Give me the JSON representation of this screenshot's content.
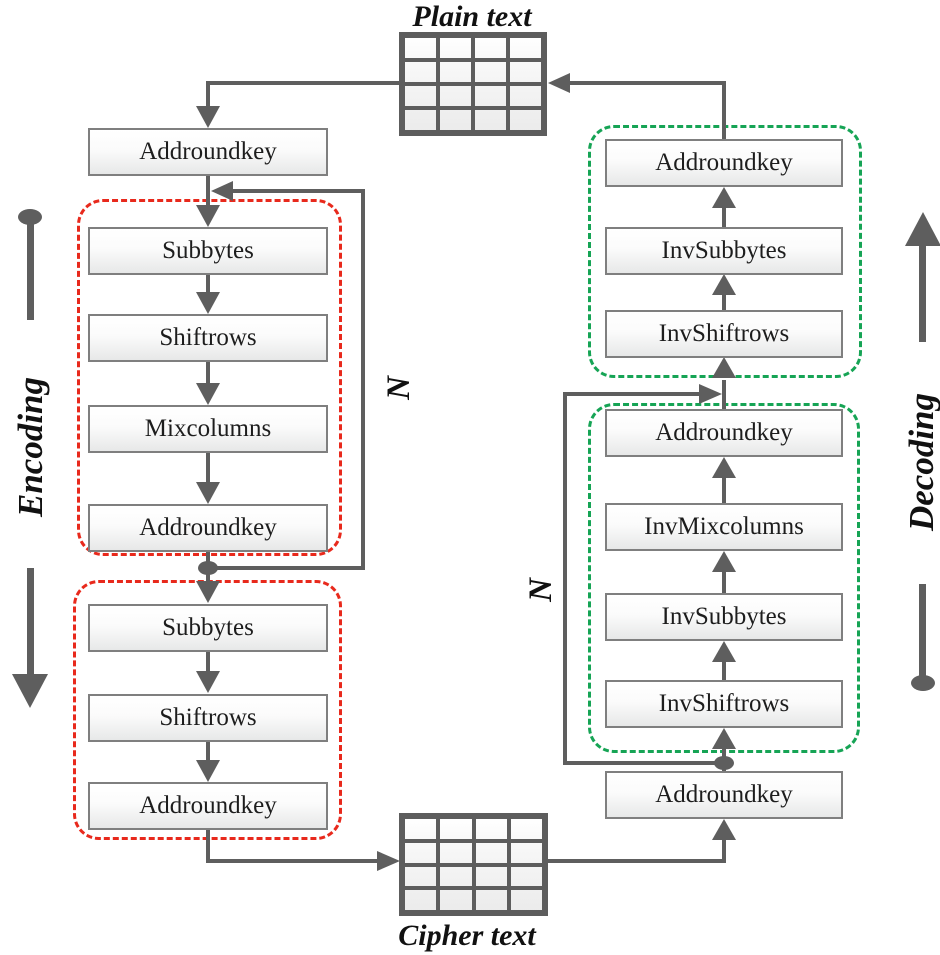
{
  "labels": {
    "plain_text": "Plain text",
    "cipher_text": "Cipher text",
    "encoding": "Encoding",
    "decoding": "Decoding"
  },
  "loop_labels": {
    "encoding_rounds": "N",
    "decoding_rounds": "N"
  },
  "encoding_flow": {
    "initial": "Addroundkey",
    "main_round": [
      "Subbytes",
      "Shiftrows",
      "Mixcolumns",
      "Addroundkey"
    ],
    "final_round": [
      "Subbytes",
      "Shiftrows",
      "Addroundkey"
    ]
  },
  "decoding_flow": {
    "final_round": [
      "Addroundkey",
      "InvSubbytes",
      "InvShiftrows"
    ],
    "main_round": [
      "Addroundkey",
      "InvMixcolumns",
      "InvSubbytes",
      "InvShiftrows"
    ],
    "initial": "Addroundkey"
  },
  "state_grids": {
    "rows": 4,
    "columns": 4
  },
  "colors": {
    "line_gray": "#5e5e5e",
    "box_border": "#7f7f7f",
    "encoding_group_red": "#e8291c",
    "decoding_group_green": "#16a455",
    "text": "#1d1d1d"
  }
}
